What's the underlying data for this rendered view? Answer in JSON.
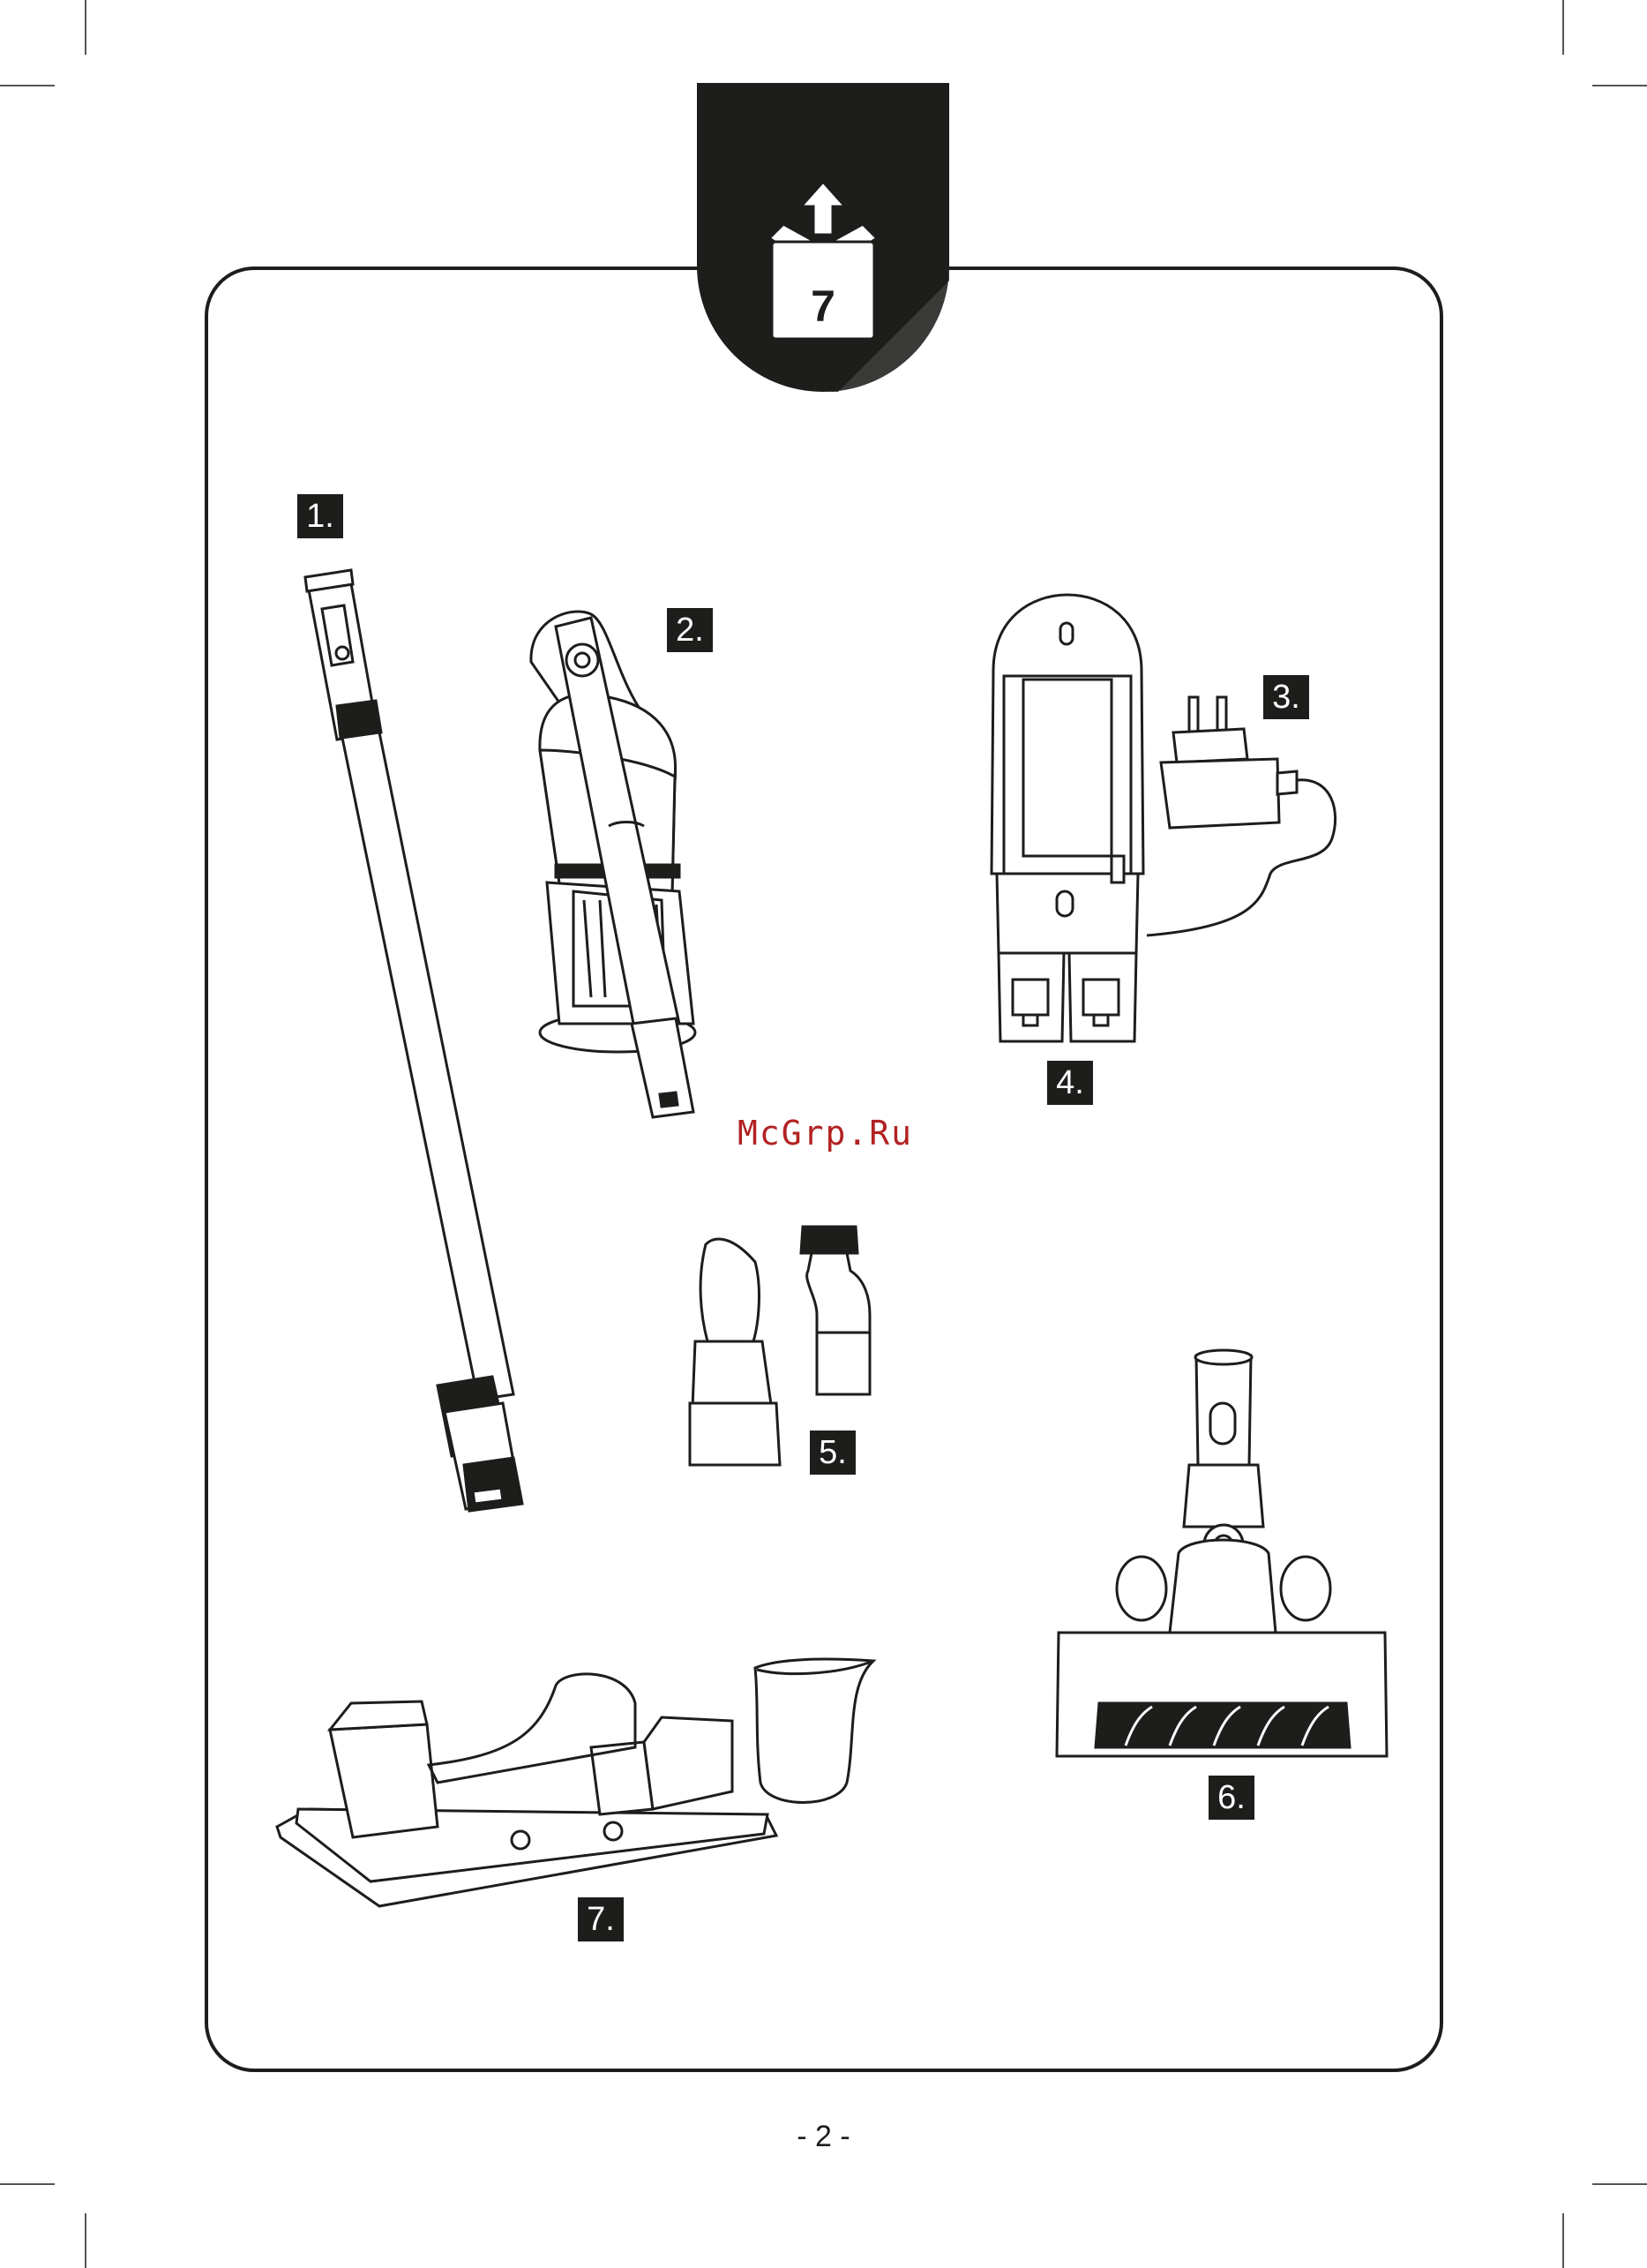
{
  "package": {
    "icon": "open-box-icon",
    "count": "7"
  },
  "items": [
    {
      "label": "1.",
      "part": "extension-tube"
    },
    {
      "label": "2.",
      "part": "handheld-unit"
    },
    {
      "label": "3.",
      "part": "charger-adapter"
    },
    {
      "label": "4.",
      "part": "wall-mount"
    },
    {
      "label": "5.",
      "part": "crevice-and-brush-tools"
    },
    {
      "label": "6.",
      "part": "floor-brush-head"
    },
    {
      "label": "7.",
      "part": "charging-base-and-cup"
    }
  ],
  "watermark": "McGrp.Ru",
  "page_number": "- 2 -",
  "colors": {
    "ink": "#1d1d1b",
    "badge": "#1d1d1b",
    "watermark": "#b22222"
  }
}
